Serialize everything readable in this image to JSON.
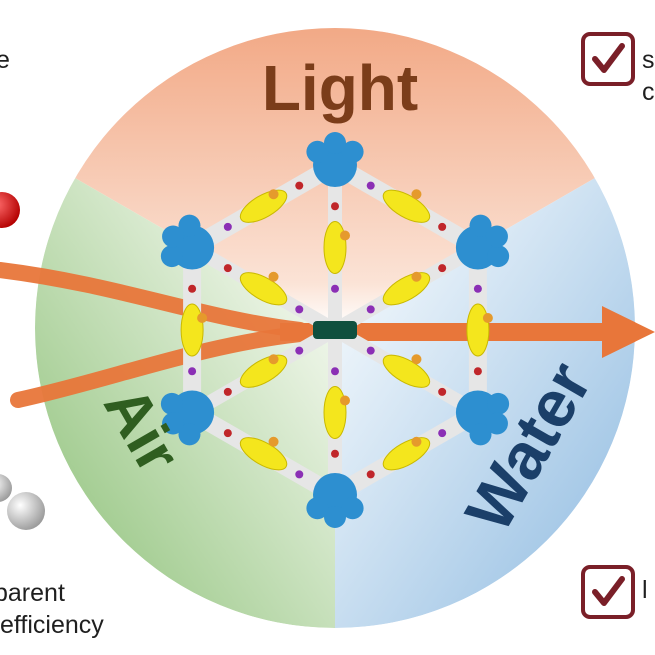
{
  "labels": {
    "light": "Light",
    "air": "Air",
    "water": "Water"
  },
  "edge_text": {
    "top_left": "e",
    "bottom_left_line1": "parent",
    "bottom_left_line2": "efficiency",
    "top_right_line1": "s",
    "top_right_line2": "c",
    "bottom_right_line1": "l"
  },
  "colors": {
    "light_sector": "#f2a986",
    "air_sector": "#88be72",
    "water_sector": "#8cb9e0",
    "light_text": "#7b3d1a",
    "air_text": "#2f5e20",
    "water_text": "#1b3f69",
    "arrow": "#e8763a",
    "checkbox_border": "#7a1f28",
    "framework_blue": "#2d8fd0",
    "linker_yellow": "#f4e61d"
  },
  "icons": {
    "checkbox_top": "checkbox-checked-icon",
    "checkbox_bottom": "checkbox-checked-icon",
    "oxygen_atom": "red-atom-icon",
    "hydrogen_atom": "white-atom-icon"
  }
}
